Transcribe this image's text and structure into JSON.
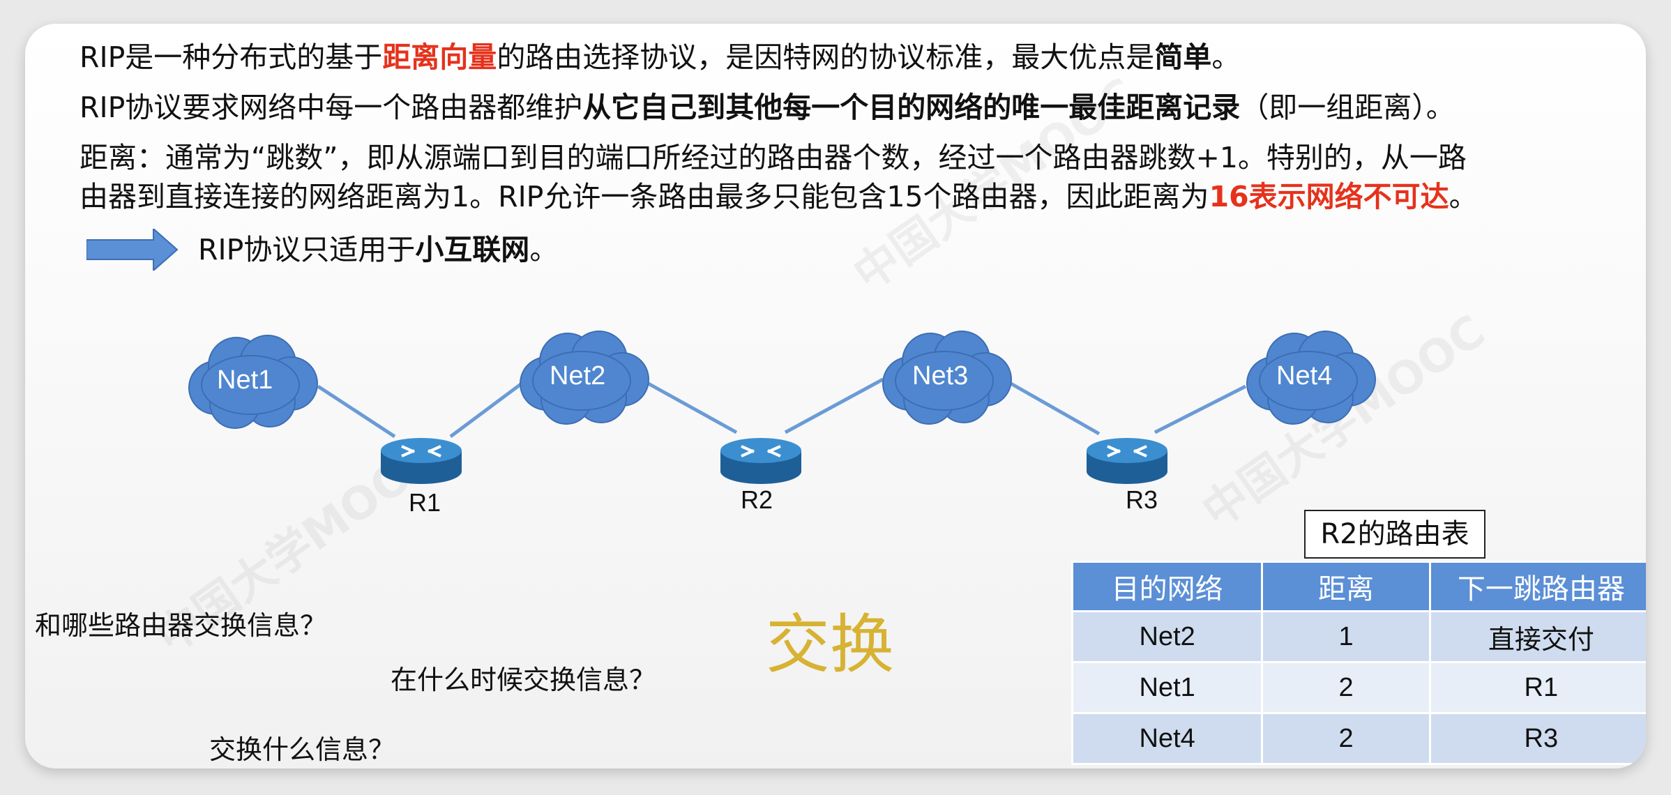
{
  "paragraphs": {
    "p1": {
      "a": "RIP是一种分布式的基于",
      "b": "距离向量",
      "c": "的路由选择协议，是因特网的协议标准，最大优点是",
      "d": "简单",
      "e": "。"
    },
    "p2": {
      "a": "RIP协议要求网络中每一个路由器都维护",
      "b": "从它自己到其他每一个目的网络的唯一最佳距离记录",
      "c": "（即一组距离）。"
    },
    "p3": {
      "line1": "距离：通常为“跳数”，即从源端口到目的端口所经过的路由器个数，经过一个路由器跳数+1。特别的，从一路",
      "line2a": "由器到直接连接的网络距离为1。RIP允许一条路由最多只能包含15个路由器，因此距离为",
      "line2b": "16表示网络不可达",
      "line2c": "。"
    },
    "p4": {
      "a": "RIP协议只适用于",
      "b": "小互联网",
      "c": "。"
    }
  },
  "topology": {
    "networks": [
      "Net1",
      "Net2",
      "Net3",
      "Net4"
    ],
    "routers": [
      "R1",
      "R2",
      "R3"
    ],
    "colors": {
      "cloud": "#4f86cf",
      "link": "#6b9bd6",
      "router": "#2f7fc1"
    }
  },
  "questions": {
    "q1": "和哪些路由器交换信息？",
    "q2": "在什么时候交换信息？",
    "q3": "交换什么信息？",
    "exchange": "交换"
  },
  "routing_table": {
    "caption": "R2的路由表",
    "headers": [
      "目的网络",
      "距离",
      "下一跳路由器"
    ],
    "rows": [
      [
        "Net2",
        "1",
        "直接交付"
      ],
      [
        "Net1",
        "2",
        "R1"
      ],
      [
        "Net4",
        "2",
        "R3"
      ]
    ]
  }
}
